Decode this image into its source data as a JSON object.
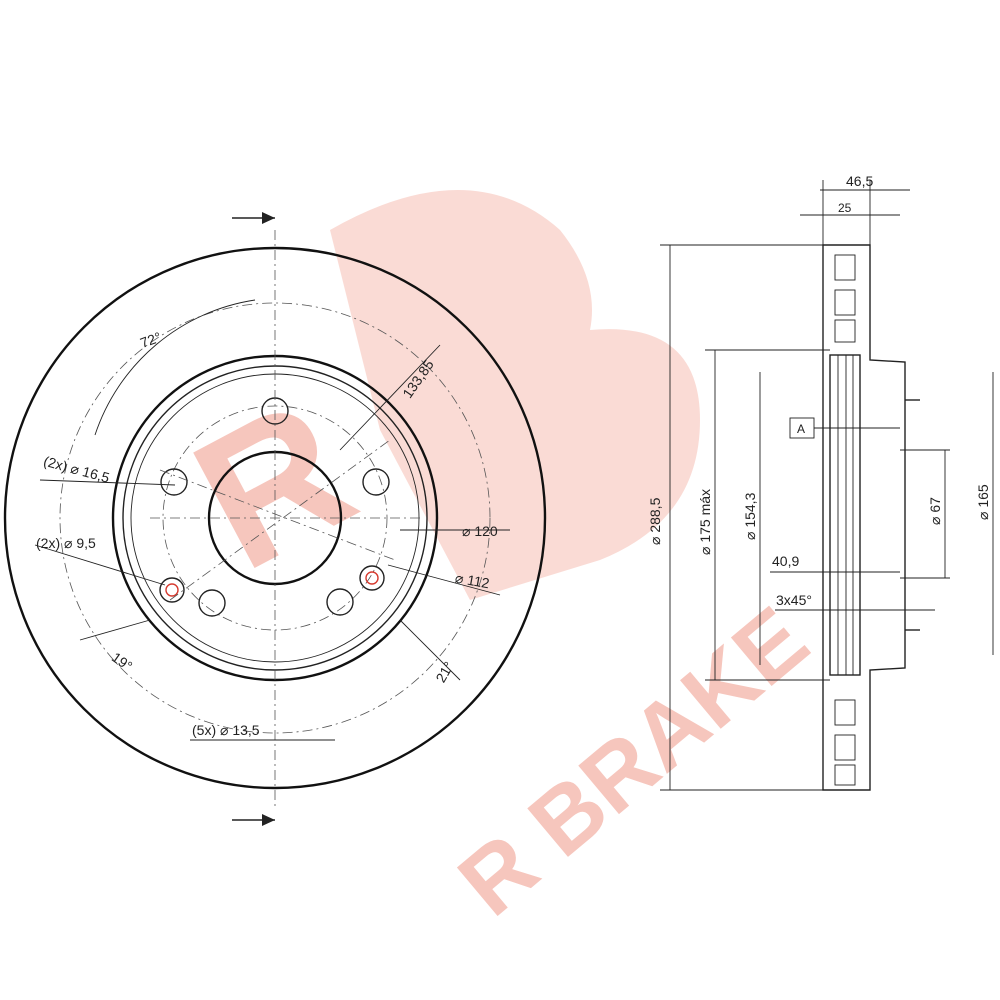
{
  "watermark": {
    "brand_text": "R BRAKE",
    "logo_letter": "R",
    "color": "#f6c6bd"
  },
  "front_view": {
    "angle_top": "72°",
    "dia_outer_pcd": "133,85",
    "vent_holes": "(2x) ⌀ 16,5",
    "small_holes": "(2x) ⌀ 9,5",
    "dia_120": "⌀ 120",
    "dia_112": "⌀ 112",
    "angle_left": "19°",
    "angle_right": "21°",
    "bolt_holes": "(5x) ⌀ 13,5"
  },
  "side_view": {
    "total_width": "46,5",
    "disc_thickness": "25",
    "outer_diameter": "⌀ 288,5",
    "max_diameter": "⌀ 175 máx",
    "inner_diameter": "⌀ 154,3",
    "datum": "A",
    "offset": "40,9",
    "chamfer": "3x45°",
    "center_bore": "⌀ 67",
    "hat_diameter": "⌀ 165"
  },
  "colors": {
    "line": "#222222",
    "accent_red": "#d63a2f"
  }
}
